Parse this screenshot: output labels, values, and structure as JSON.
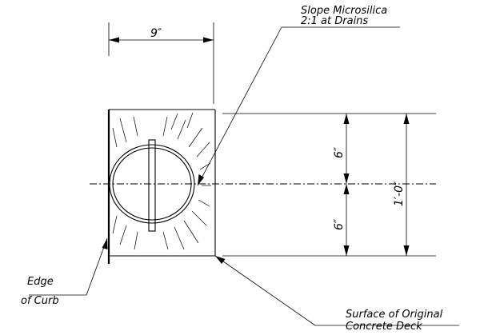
{
  "dimensions": {
    "width": "9″",
    "upper_half": "6″",
    "lower_half": "6″",
    "total_height": "1′-0″"
  },
  "callouts": {
    "slope_line1": "Slope Microsilica",
    "slope_line2": "2:1 at Drains",
    "edge_line1": "Edge",
    "edge_line2": "of Curb",
    "surface_line1": "Surface of Original",
    "surface_line2": "Concrete Deck"
  }
}
